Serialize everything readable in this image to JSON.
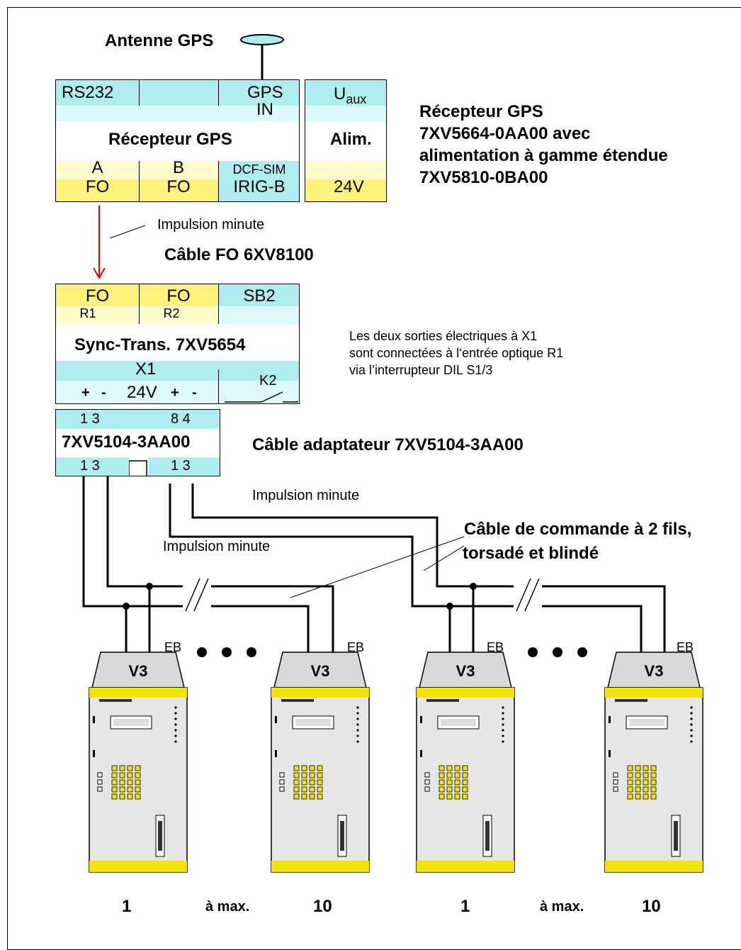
{
  "antenna": {
    "label": "Antenne GPS"
  },
  "gps_receiver": {
    "top_left": "RS232",
    "gps_in_1": "GPS",
    "gps_in_2": "IN",
    "name": "Récepteur GPS",
    "port_a_1": "A",
    "port_a_2": "FO",
    "port_b_1": "B",
    "port_b_2": "FO",
    "port_c_1": "DCF-SIM",
    "port_c_2": "IRIG-B"
  },
  "power_supply": {
    "uaux": "U",
    "uaux_sub": "aux",
    "name": "Alim.",
    "voltage": "24V"
  },
  "receiver_desc": {
    "line1": "Récepteur GPS",
    "line2": "7XV5664-0AA00 avec",
    "line3": "alimentation à gamme étendue",
    "line4": "7XV5810-0BA00"
  },
  "pulse_labels": {
    "top": "Impulsion minute",
    "right": "Impulsion minute",
    "left": "Impulsion minute"
  },
  "fo_cable": "Câble FO 6XV8100",
  "sync_trans": {
    "fo1": "FO",
    "r1": "R1",
    "fo2": "FO",
    "r2": "R2",
    "sb2": "SB2",
    "name": "Sync-Trans.  7XV5654",
    "x1": "X1",
    "plus1": "+",
    "minus1": "-",
    "v24": "24V",
    "plus2": "+",
    "minus2": "-",
    "k2": "K2"
  },
  "sync_note": {
    "line1": "Les deux sorties électriques à X1",
    "line2": "sont connectées à l‘entrée optique R1",
    "line3": "via l’interrupteur DIL S1/3"
  },
  "adapter": {
    "top_pins_left": "1  3",
    "top_pins_right": "8  4",
    "name": "7XV5104-3AA00",
    "bottom_pins_left": "1  3",
    "bottom_pins_right": "1  3"
  },
  "adapter_desc": "Câble adaptateur 7XV5104-3AA00",
  "control_cable": {
    "line1": "Câble de commande à 2 fils,",
    "line2": "torsadé et blindé"
  },
  "devices": [
    {
      "badge": "V3",
      "eb": "EB",
      "number": "1"
    },
    {
      "badge": "V3",
      "eb": "EB",
      "number": "10"
    },
    {
      "badge": "V3",
      "eb": "EB",
      "number": "1"
    },
    {
      "badge": "V3",
      "eb": "EB",
      "number": "10"
    }
  ],
  "range_labels": [
    "à max.",
    "à max."
  ],
  "colors": {
    "cyan": "#aeeef0",
    "yellow": "#fff27a",
    "red_arrow": "#e00000",
    "device_body": "#e6e6e6"
  }
}
